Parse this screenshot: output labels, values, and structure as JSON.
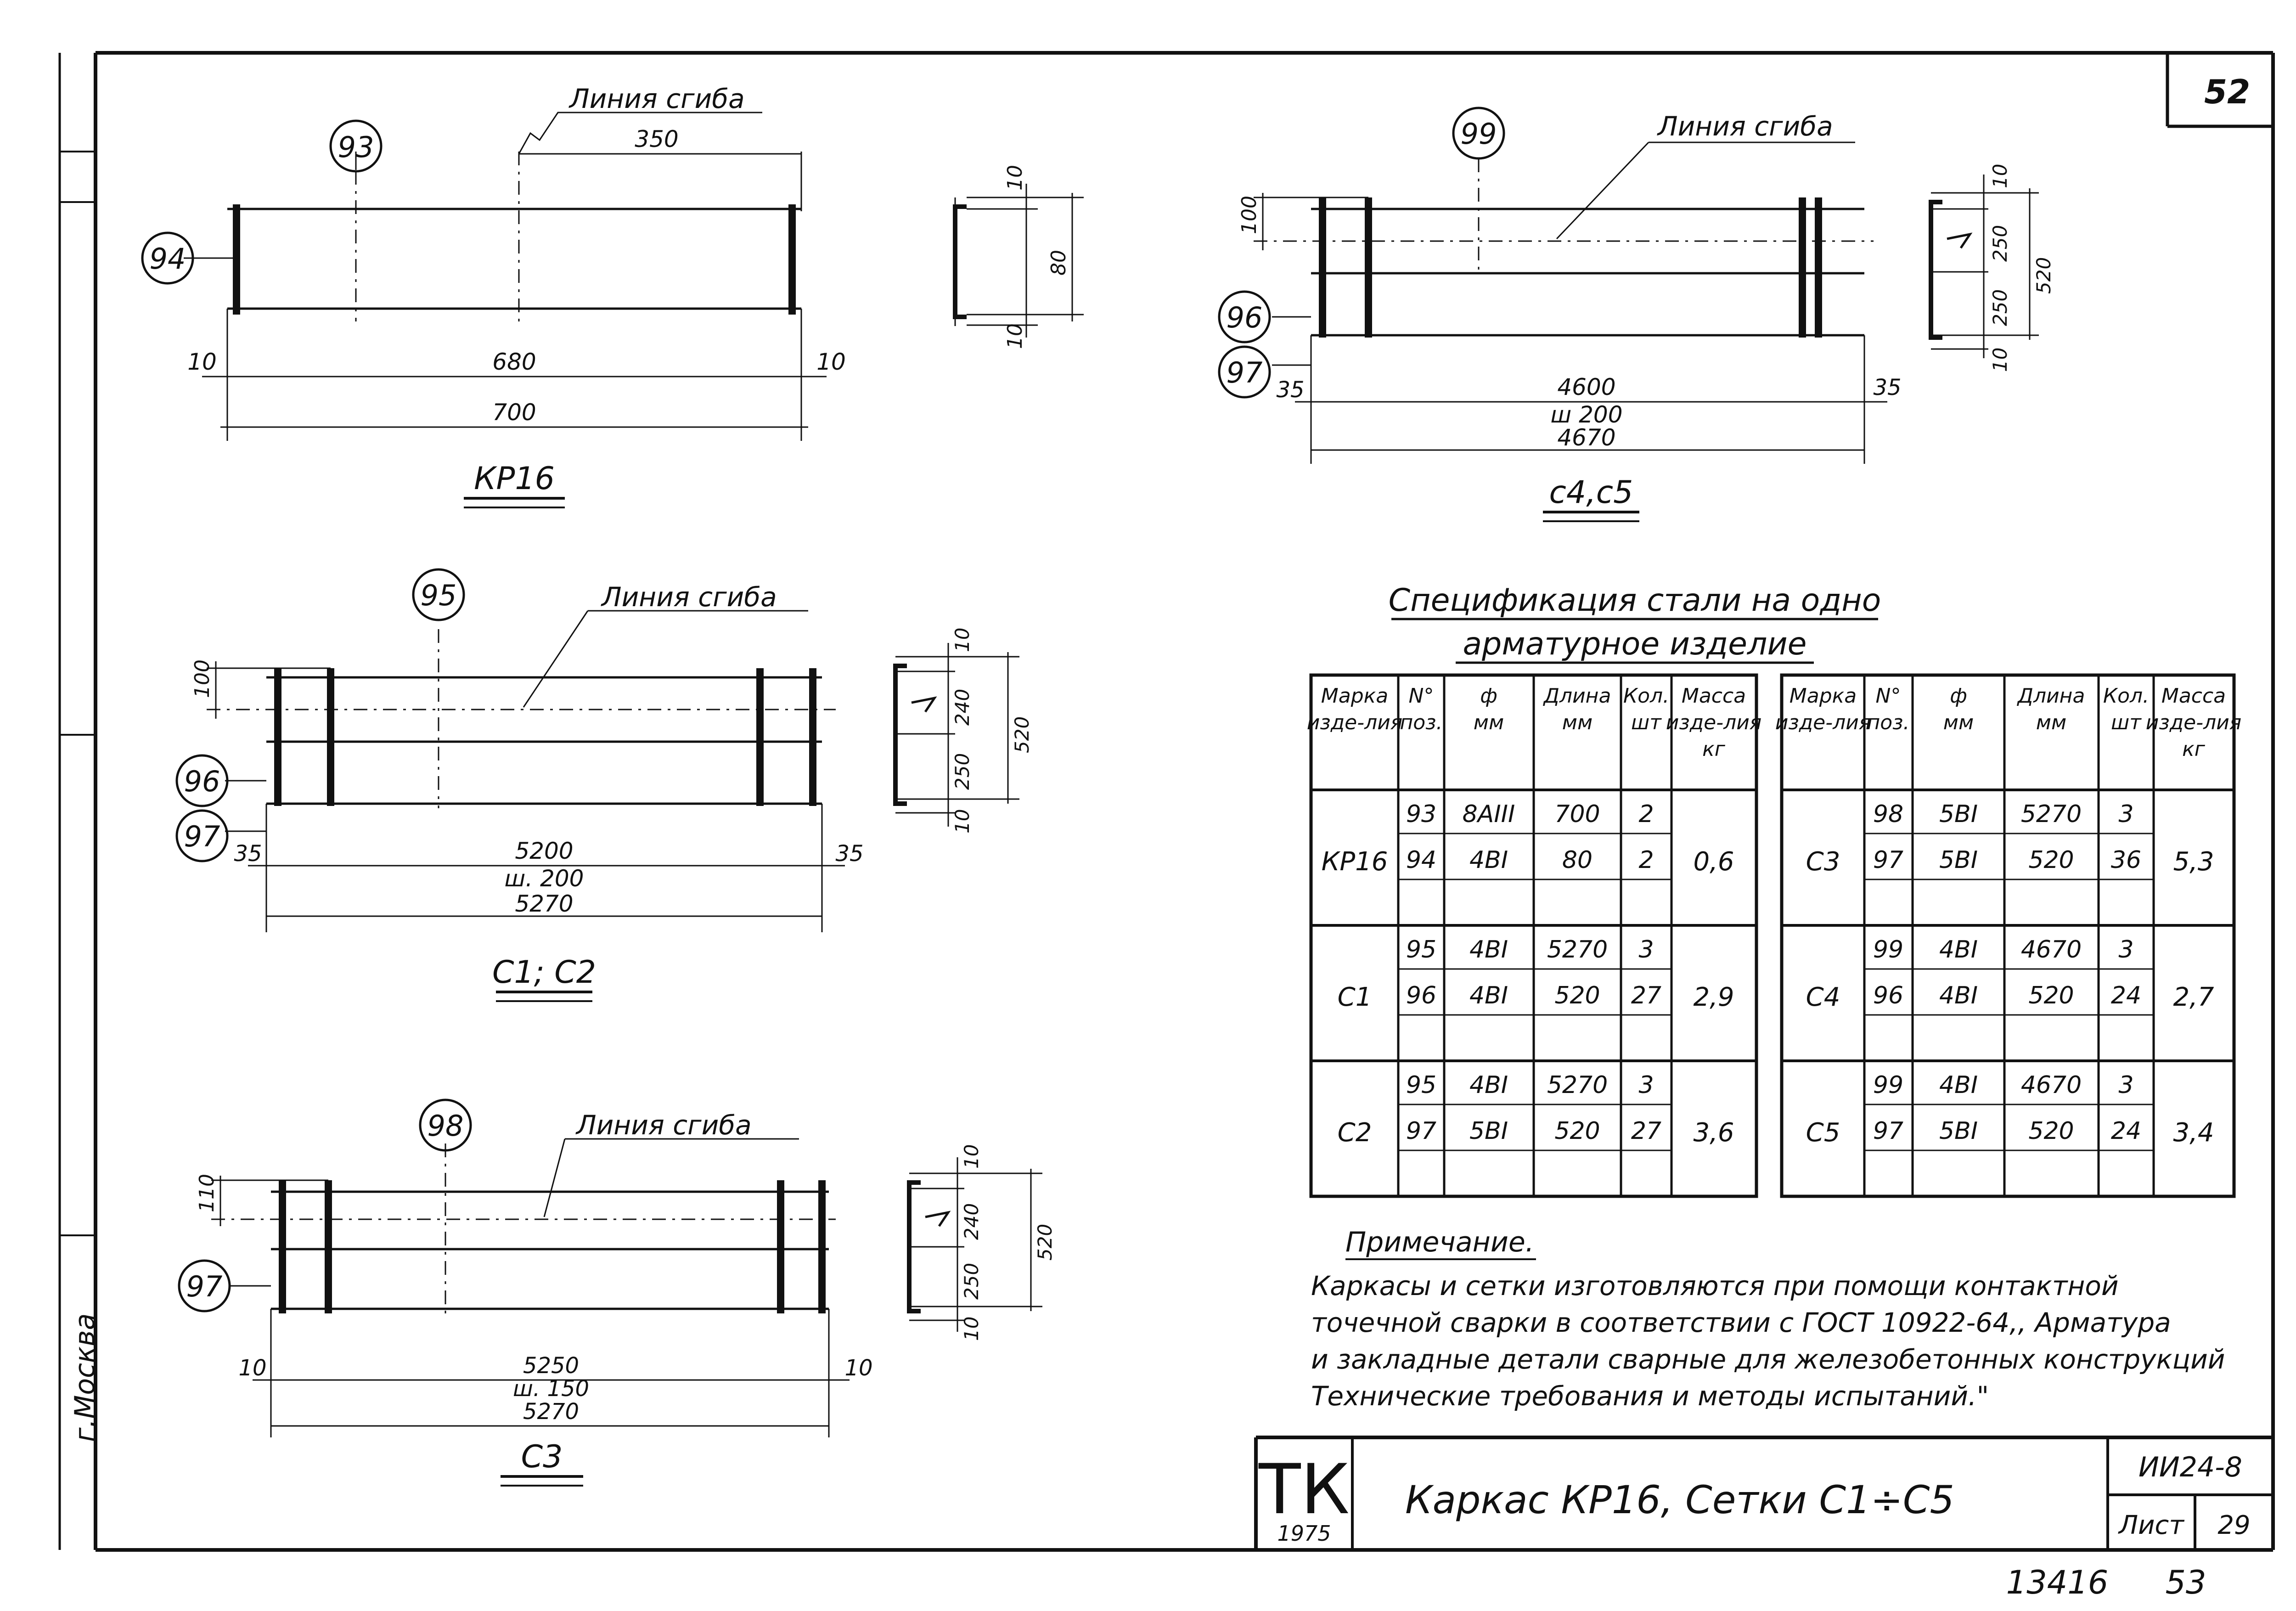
{
  "sheet": {
    "page_number": "52",
    "sheet_code": "ИИ24-8",
    "sheet_label": "Лист",
    "sheet_value": "29",
    "bottom_numbers": [
      "13416",
      "53"
    ],
    "stamp_letters": "ТК",
    "stamp_year": "1975",
    "title": "Каркас КР16, Сетки С1÷С5",
    "left_margin_city": "г.Москва"
  },
  "drawings": {
    "kr16": {
      "label": "КР16",
      "pos_top": "93",
      "pos_left": "94",
      "bend_label": "Линия сгиба",
      "dims": [
        "350",
        "10",
        "680",
        "10",
        "700"
      ],
      "section_dims": [
        "10",
        "80",
        "10"
      ]
    },
    "c4c5": {
      "label": "с4,с5",
      "pos_top": "99",
      "pos_left": [
        "96",
        "97"
      ],
      "bend_label": "Линия сгиба",
      "dims": [
        "100",
        "35",
        "4600",
        "ш 200",
        "4670",
        "35"
      ],
      "section_dims": [
        "10",
        "250",
        "250",
        "10",
        "520"
      ]
    },
    "c1c2": {
      "label": "С1; С2",
      "pos_top": "95",
      "pos_left": [
        "96",
        "97"
      ],
      "bend_label": "Линия сгиба",
      "dims": [
        "100",
        "35",
        "5200",
        "ш. 200",
        "5270",
        "35"
      ],
      "section_dims": [
        "10",
        "240",
        "250",
        "10",
        "520"
      ]
    },
    "c3": {
      "label": "С3",
      "pos_top": "98",
      "pos_left": "97",
      "bend_label": "Линия сгиба",
      "dims": [
        "110",
        "10",
        "5250",
        "ш. 150",
        "5270",
        "10"
      ],
      "section_dims": [
        "10",
        "240",
        "250",
        "10",
        "520"
      ]
    }
  },
  "spec": {
    "title_line1": "Спецификация стали на одно",
    "title_line2": "арматурное изделие",
    "headers": [
      "Марка изде-лия",
      "N° поз.",
      "ф мм",
      "Длина мм",
      "Кол. шт",
      "Масса изде-лия кг"
    ],
    "left_table": [
      {
        "mark": "КР16",
        "mass": "0,6",
        "rows": [
          [
            "93",
            "8АIII",
            "700",
            "2"
          ],
          [
            "94",
            "4ВI",
            "80",
            "2"
          ]
        ]
      },
      {
        "mark": "С1",
        "mass": "2,9",
        "rows": [
          [
            "95",
            "4ВI",
            "5270",
            "3"
          ],
          [
            "96",
            "4ВI",
            "520",
            "27"
          ]
        ]
      },
      {
        "mark": "С2",
        "mass": "3,6",
        "rows": [
          [
            "95",
            "4ВI",
            "5270",
            "3"
          ],
          [
            "97",
            "5ВI",
            "520",
            "27"
          ]
        ]
      }
    ],
    "right_table": [
      {
        "mark": "С3",
        "mass": "5,3",
        "rows": [
          [
            "98",
            "5ВI",
            "5270",
            "3"
          ],
          [
            "97",
            "5ВI",
            "520",
            "36"
          ]
        ]
      },
      {
        "mark": "С4",
        "mass": "2,7",
        "rows": [
          [
            "99",
            "4ВI",
            "4670",
            "3"
          ],
          [
            "96",
            "4ВI",
            "520",
            "24"
          ]
        ]
      },
      {
        "mark": "С5",
        "mass": "3,4",
        "rows": [
          [
            "99",
            "4ВI",
            "4670",
            "3"
          ],
          [
            "97",
            "5ВI",
            "520",
            "24"
          ]
        ]
      }
    ]
  },
  "note": {
    "heading": "Примечание.",
    "lines": [
      "Каркасы и сетки изготовляются при помощи контактной",
      "точечной сварки в соответствии с ГОСТ 10922-64,, Арматура",
      "и закладные детали сварные для железобетонных конструкций",
      "Технические требования и методы испытаний.\""
    ]
  }
}
